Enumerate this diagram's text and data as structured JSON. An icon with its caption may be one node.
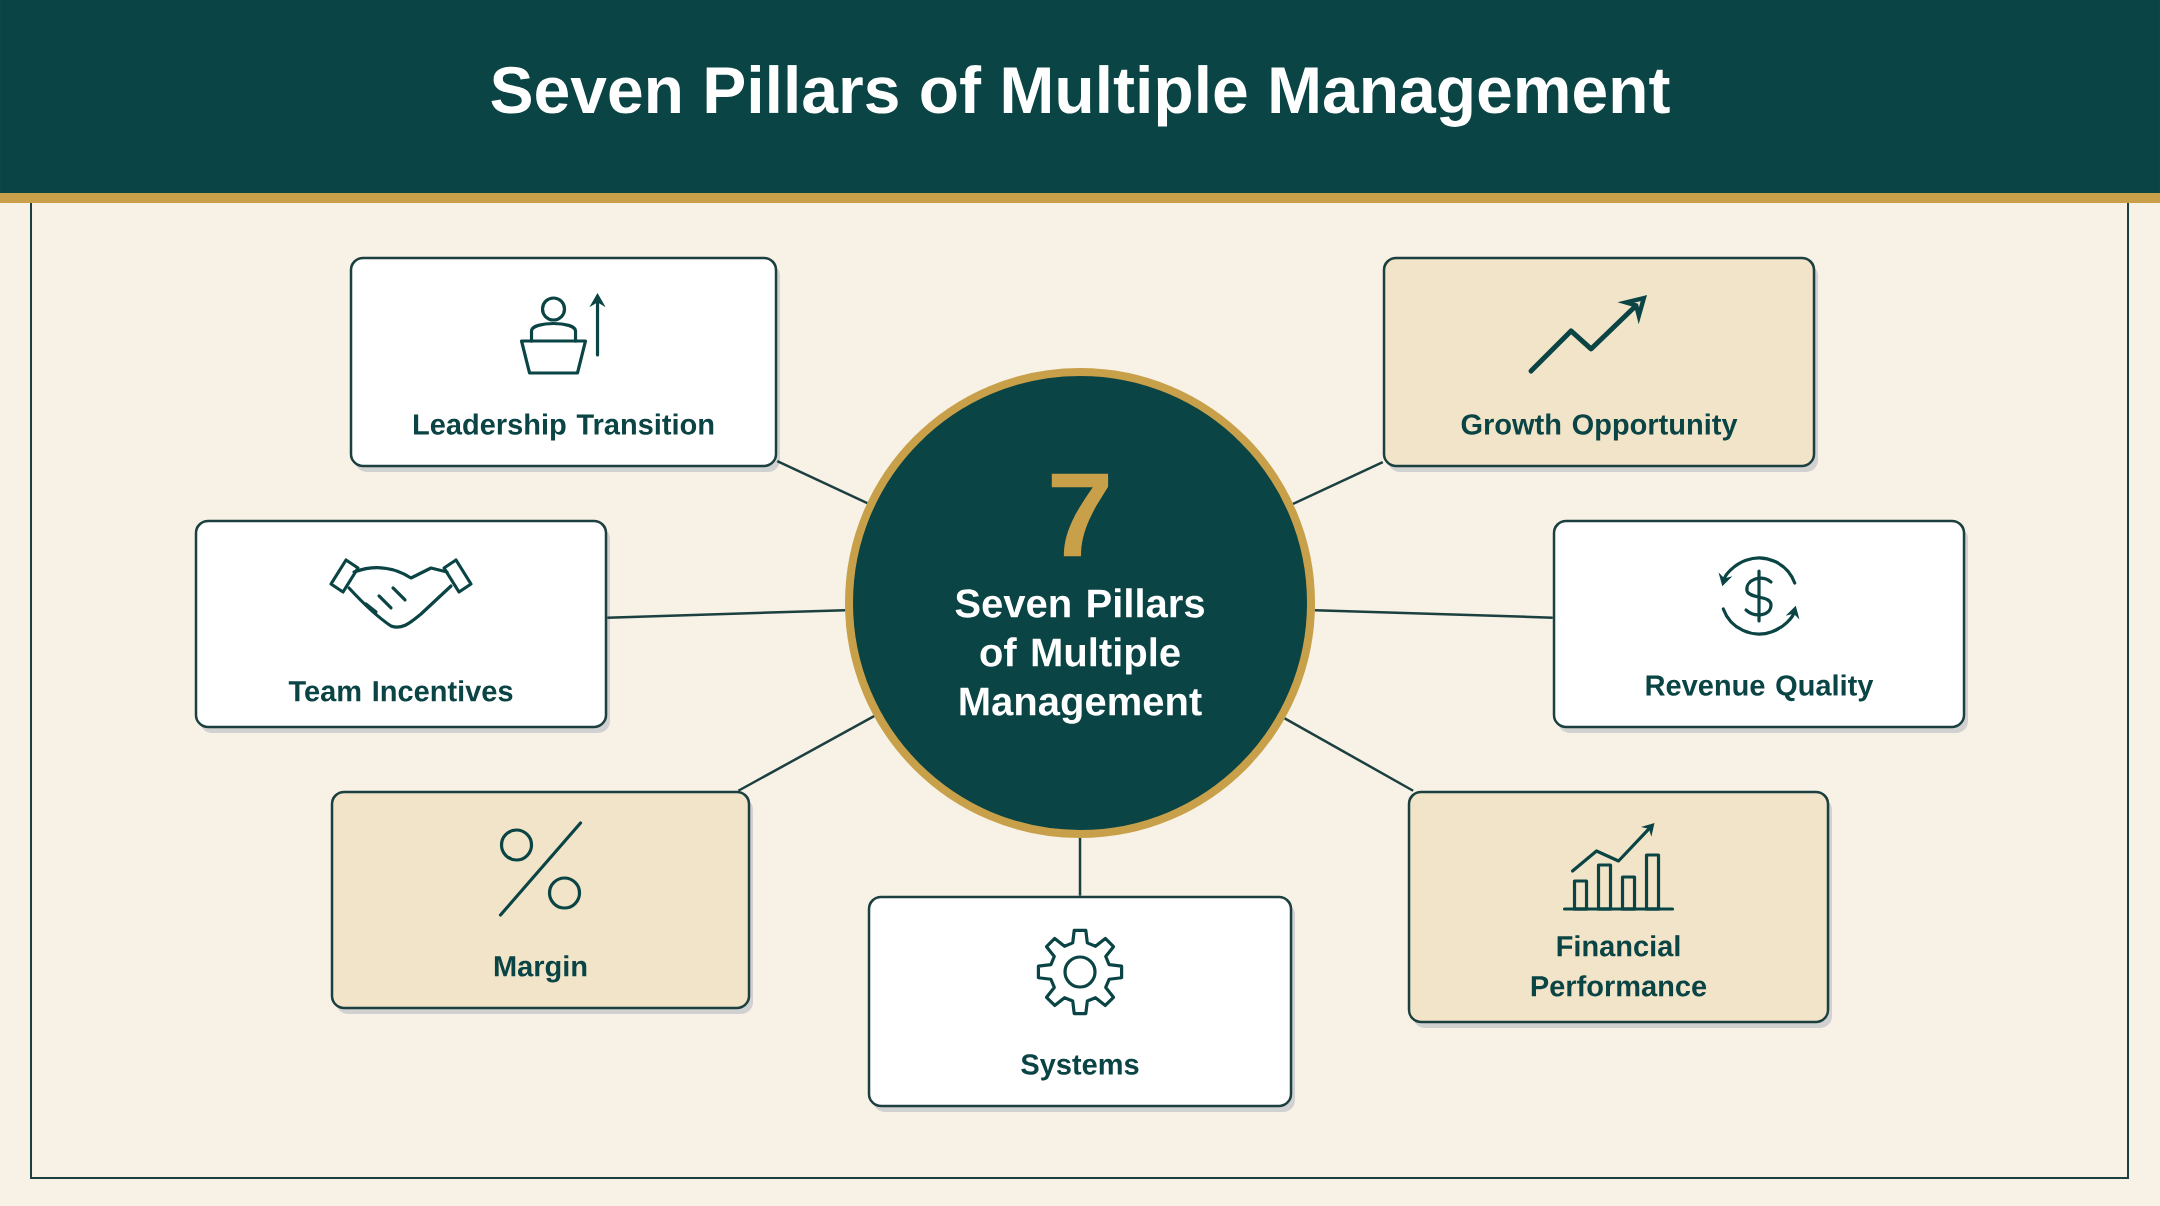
{
  "diagram": {
    "title": "Seven Pillars of Multiple Management",
    "nodes": [
      {
        "text": [
          "7",
          "Seven Pillars of Multiple Management"
        ]
      },
      {
        "text": [
          "Leadership Transition"
        ]
      },
      {
        "text": [
          "Growth Opportunity"
        ]
      },
      {
        "text": [
          "Team Incentives"
        ]
      },
      {
        "text": [
          "Revenue Quality"
        ]
      },
      {
        "text": [
          "Margin"
        ]
      },
      {
        "text": [
          "Financial Performance"
        ]
      },
      {
        "text": [
          "Systems"
        ]
      }
    ],
    "edges": [
      {
        "from": 0,
        "to": 1,
        "arrow": "none"
      },
      {
        "from": 0,
        "to": 2,
        "arrow": "none"
      },
      {
        "from": 0,
        "to": 3,
        "arrow": "none"
      },
      {
        "from": 0,
        "to": 4,
        "arrow": "none"
      },
      {
        "from": 0,
        "to": 5,
        "arrow": "none"
      },
      {
        "from": 0,
        "to": 6,
        "arrow": "none"
      },
      {
        "from": 0,
        "to": 7,
        "arrow": "none"
      }
    ]
  }
}
